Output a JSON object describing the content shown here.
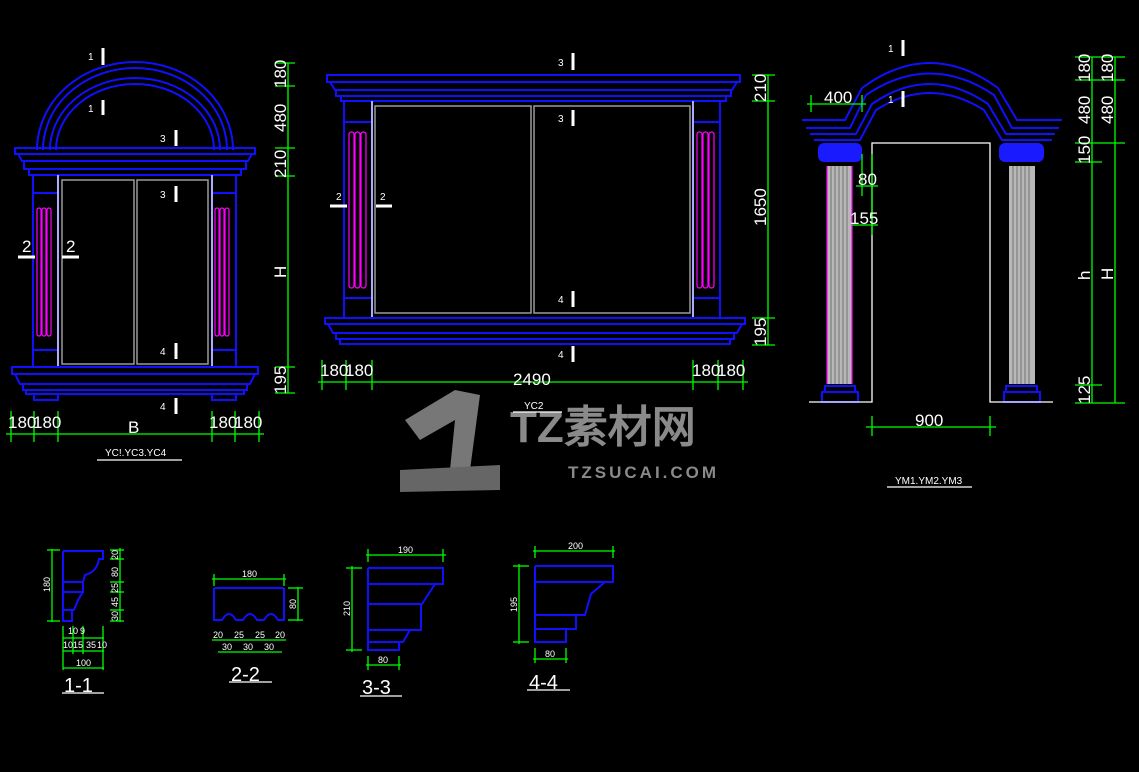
{
  "drawing_yc1": {
    "title": "YC!.YC3.YC4",
    "dims_vertical": [
      "180",
      "480",
      "210",
      "H",
      "195"
    ],
    "dims_horizontal": [
      "180",
      "180",
      "B",
      "180",
      "180"
    ],
    "section_marks": [
      "1",
      "1",
      "3",
      "3",
      "4",
      "4",
      "2",
      "2"
    ]
  },
  "drawing_yc2": {
    "title": "YC2",
    "dims_vertical": [
      "210",
      "1650",
      "195"
    ],
    "dims_horizontal": [
      "180",
      "180",
      "2490",
      "180",
      "180"
    ],
    "section_marks": [
      "3",
      "3",
      "4",
      "4",
      "2",
      "2"
    ]
  },
  "drawing_ym": {
    "title": "YM1.YM2.YM3",
    "dims_inner": [
      "400",
      "80",
      "155",
      "900"
    ],
    "dims_vertical_a": [
      "180",
      "480",
      "150",
      "h",
      "125"
    ],
    "dims_vertical_b": [
      "180",
      "480",
      "H"
    ],
    "section_marks": [
      "1",
      "1"
    ]
  },
  "sections": [
    {
      "title": "1-1",
      "dims": [
        "180",
        "20",
        "80",
        "25",
        "45",
        "30",
        "10",
        "9",
        "10",
        "15",
        "35",
        "10",
        "100"
      ]
    },
    {
      "title": "2-2",
      "dims": [
        "180",
        "80",
        "20",
        "25",
        "25",
        "20",
        "30",
        "30",
        "30"
      ]
    },
    {
      "title": "3-3",
      "dims": [
        "190",
        "210",
        "80"
      ]
    },
    {
      "title": "4-4",
      "dims": [
        "200",
        "195",
        "80"
      ]
    }
  ],
  "watermark": {
    "brand": "TZ素材网",
    "url": "TZSUCAI.COM"
  },
  "colors": {
    "background": "#000000",
    "outline": "#1010ff",
    "dimension": "#00ff00",
    "fluting": "#ff00ff",
    "text": "#ffffff"
  }
}
